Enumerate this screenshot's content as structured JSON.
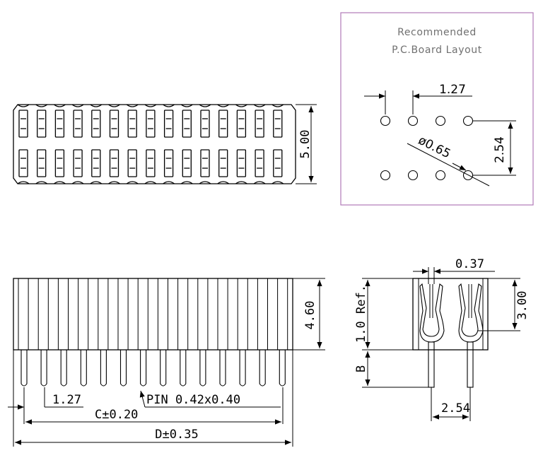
{
  "colors": {
    "line": "#000000",
    "frame": "#b07ab8",
    "frame_text": "#707070"
  },
  "pcb_layout": {
    "title_line1": "Recommended",
    "title_line2": "P.C.Board Layout",
    "pitch": "1.27",
    "row_spacing": "2.54",
    "hole_diameter": "ø0.65"
  },
  "top_view": {
    "height": "5.00",
    "pins_per_row": 15,
    "rows": 2
  },
  "front_view": {
    "height": "4.60",
    "pitch": "1.27",
    "pin_size": "PIN 0.42x0.40",
    "dim_c": "C±0.20",
    "dim_d": "D±0.35",
    "pins_shown": 14
  },
  "side_view": {
    "contact_width": "0.37",
    "contact_height": "3.00",
    "ref_label": "1.0 Ref.",
    "dim_b": "B",
    "row_spacing": "2.54"
  }
}
